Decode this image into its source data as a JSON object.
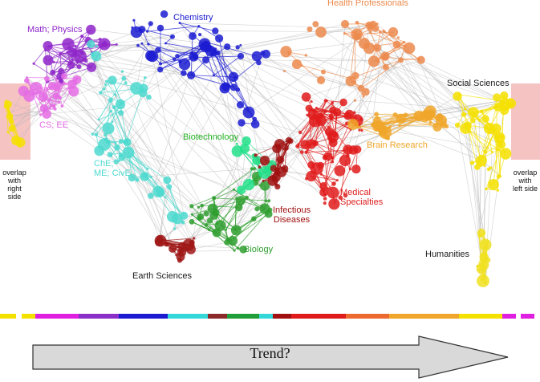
{
  "labels": {
    "math_physics": "Math; Physics",
    "chemistry": "Chemistry",
    "health_professionals": "Health Professionals",
    "cs_ee": "CS; EE",
    "social_sciences": "Social Sciences",
    "biotechnology": "Biotechnology",
    "brain_research": "Brain Research",
    "che_me_cive": "ChE;\nME; CivE",
    "overlap_right": "overlap\nwith\nright side",
    "overlap_left": "overlap\nwith\nleft side",
    "medical_specialties": "Medical\nSpecialties",
    "infectious_diseases": "Infectious\nDiseases",
    "biology": "Biology",
    "humanities": "Humanities",
    "earth_sciences": "Earth Sciences",
    "trend": "Trend?"
  },
  "colors": {
    "math_physics": "#8e24c9",
    "chemistry": "#1b1bd1",
    "health_professionals": "#ec8a4d",
    "cs_ee": "#e46ce4",
    "social_sciences": "#1a1a1a",
    "biotechnology": "#22b022",
    "brain_research": "#f0a62a",
    "che_me_cive": "#4dd9cf",
    "overlap_text": "#111111",
    "medical_specialties": "#e01b1b",
    "infectious_diseases": "#a01010",
    "biology": "#2e9e2e",
    "humanities": "#1a1a1a",
    "earth_sciences": "#1a1a1a",
    "overlap_box": "#f6c3c3",
    "edge": "#b8b8b8",
    "arrow_fill": "#d9d9d9",
    "arrow_stroke": "#333333"
  },
  "strip": [
    {
      "color": "#f5e100",
      "start": 0.0,
      "end": 0.03
    },
    {
      "color": "#f5e100",
      "start": 0.04,
      "end": 0.065
    },
    {
      "color": "#e020e0",
      "start": 0.065,
      "end": 0.145
    },
    {
      "color": "#8b2fc9",
      "start": 0.145,
      "end": 0.22
    },
    {
      "color": "#1b1bd1",
      "start": 0.22,
      "end": 0.31
    },
    {
      "color": "#35d8d8",
      "start": 0.31,
      "end": 0.385
    },
    {
      "color": "#8a2a2a",
      "start": 0.385,
      "end": 0.42
    },
    {
      "color": "#1f9e3a",
      "start": 0.42,
      "end": 0.48
    },
    {
      "color": "#35d8d8",
      "start": 0.48,
      "end": 0.505
    },
    {
      "color": "#a01010",
      "start": 0.505,
      "end": 0.54
    },
    {
      "color": "#e01b1b",
      "start": 0.54,
      "end": 0.64
    },
    {
      "color": "#ec6a30",
      "start": 0.64,
      "end": 0.72
    },
    {
      "color": "#f0a62a",
      "start": 0.72,
      "end": 0.85
    },
    {
      "color": "#f5e100",
      "start": 0.85,
      "end": 0.93
    },
    {
      "color": "#e020e0",
      "start": 0.93,
      "end": 0.955
    },
    {
      "color": "#e020e0",
      "start": 0.965,
      "end": 0.99
    }
  ]
}
